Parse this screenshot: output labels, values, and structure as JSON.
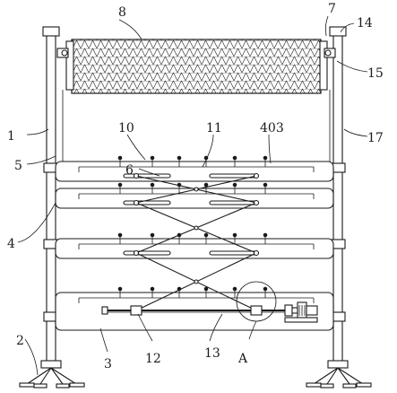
{
  "labels": {
    "l1": "1",
    "l2": "2",
    "l3": "3",
    "l4": "4",
    "l5": "5",
    "l6": "6",
    "l7": "7",
    "l8": "8",
    "l10": "10",
    "l11": "11",
    "l12": "12",
    "l13": "13",
    "l14": "14",
    "l15": "15",
    "l17": "17",
    "l403": "403",
    "lA": "A"
  },
  "colors": {
    "line": "#1a1a1a",
    "background": "#ffffff"
  }
}
